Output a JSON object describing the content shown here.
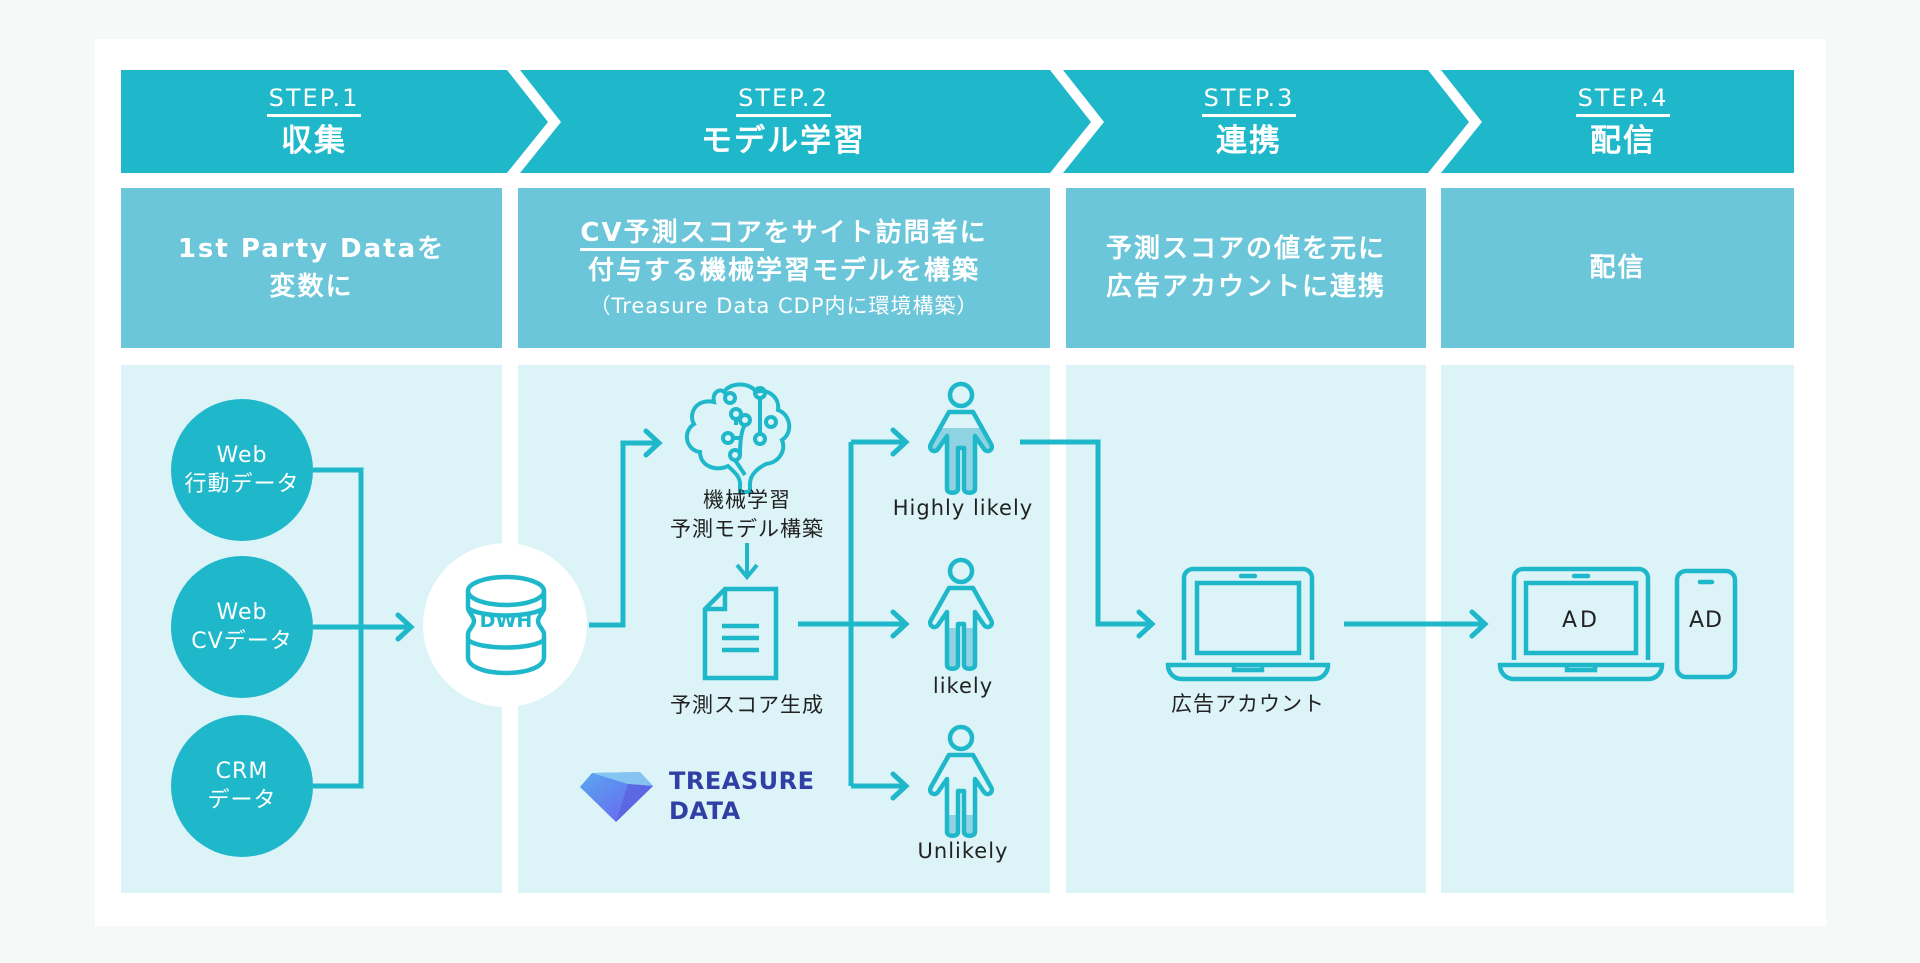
{
  "colors": {
    "primary": "#1fb8cb",
    "desc_bg": "#6cc6da",
    "panel_bg": "#dcf3f7",
    "frame_bg": "#ffffff",
    "page_bg": "#f7f8f8",
    "treasure_text": "#2f3fa6"
  },
  "steps": [
    {
      "number": "STEP.1",
      "name": "収集",
      "description": [
        "1st Party Dataを",
        "変数に"
      ]
    },
    {
      "number": "STEP.2",
      "name": "モデル学習",
      "description_underlined": "CV予測スコア",
      "description_rest": "をサイト訪問者に",
      "description": [
        "付与する機械学習モデルを構築"
      ],
      "note": "（Treasure Data CDP内に環境構築）"
    },
    {
      "number": "STEP.3",
      "name": "連携",
      "description": [
        "予測スコアの値を元に",
        "広告アカウントに連携"
      ]
    },
    {
      "number": "STEP.4",
      "name": "配信",
      "description": [
        "配信"
      ]
    }
  ],
  "sources": [
    {
      "line1": "Web",
      "line2": "行動データ"
    },
    {
      "line1": "Web",
      "line2": "CVデータ"
    },
    {
      "line1": "CRM",
      "line2": "データ"
    }
  ],
  "dwh_label": "DWH",
  "model": {
    "line1": "機械学習",
    "line2": "予測モデル構築"
  },
  "score_label": "予測スコア生成",
  "segments": [
    {
      "label": "Highly likely",
      "fill": 0.8
    },
    {
      "label": "likely",
      "fill": 0.5
    },
    {
      "label": "Unlikely",
      "fill": 0.25
    }
  ],
  "treasure_data": {
    "line1": "TREASURE",
    "line2": "DATA"
  },
  "ad_account_label": "広告アカウント",
  "ad_laptop_label": "AD",
  "ad_phone_label": "AD"
}
